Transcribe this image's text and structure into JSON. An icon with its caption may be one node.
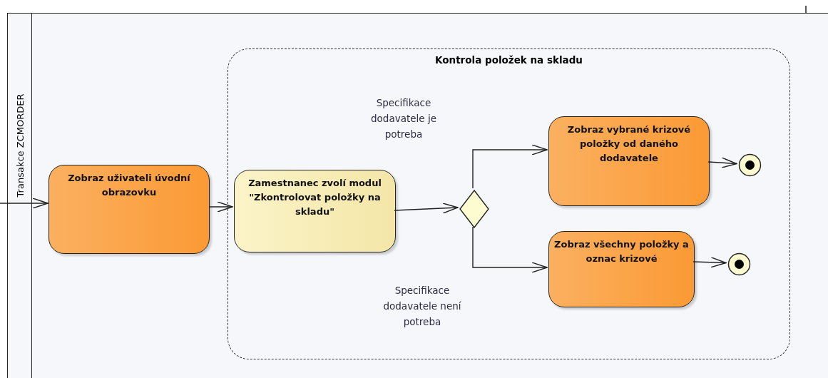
{
  "diagram": {
    "nodes": [
      {
        "text": [
          "Transakce ZCMORDER"
        ]
      },
      {
        "text": [
          "Zobraz uživateli úvodní obrazovku"
        ],
        "in": 0
      },
      {
        "text": [
          "Kontrola položek na skladu"
        ],
        "in": 0
      },
      {
        "text": [
          "Zamestnanec zvolí modul \"Zkontrolovat položky na skladu\""
        ],
        "in": 2
      },
      {
        "text": [],
        "shape": "diamond",
        "in": 2
      },
      {
        "text": [
          "Zobraz vybrané krizové položky od daného dodavatele"
        ],
        "in": 2
      },
      {
        "text": [
          "Zobraz všechny položky a oznac krizové"
        ],
        "in": 2
      },
      {
        "text": [],
        "shape": "circle",
        "in": 2
      },
      {
        "text": [],
        "shape": "circle",
        "in": 2
      }
    ],
    "edges": [
      {
        "from": null,
        "to": 1,
        "arrow": "to"
      },
      {
        "from": 1,
        "to": 3,
        "arrow": "to"
      },
      {
        "from": 3,
        "to": 4,
        "arrow": "to"
      },
      {
        "from": 4,
        "to": 5,
        "arrow": "to",
        "label": "Specifikace dodavatele je potreba"
      },
      {
        "from": 4,
        "to": 6,
        "arrow": "to",
        "label": "Specifikace dodavatele není potreba"
      },
      {
        "from": 5,
        "to": 7,
        "arrow": "to"
      },
      {
        "from": 6,
        "to": 8,
        "arrow": "to"
      }
    ]
  }
}
